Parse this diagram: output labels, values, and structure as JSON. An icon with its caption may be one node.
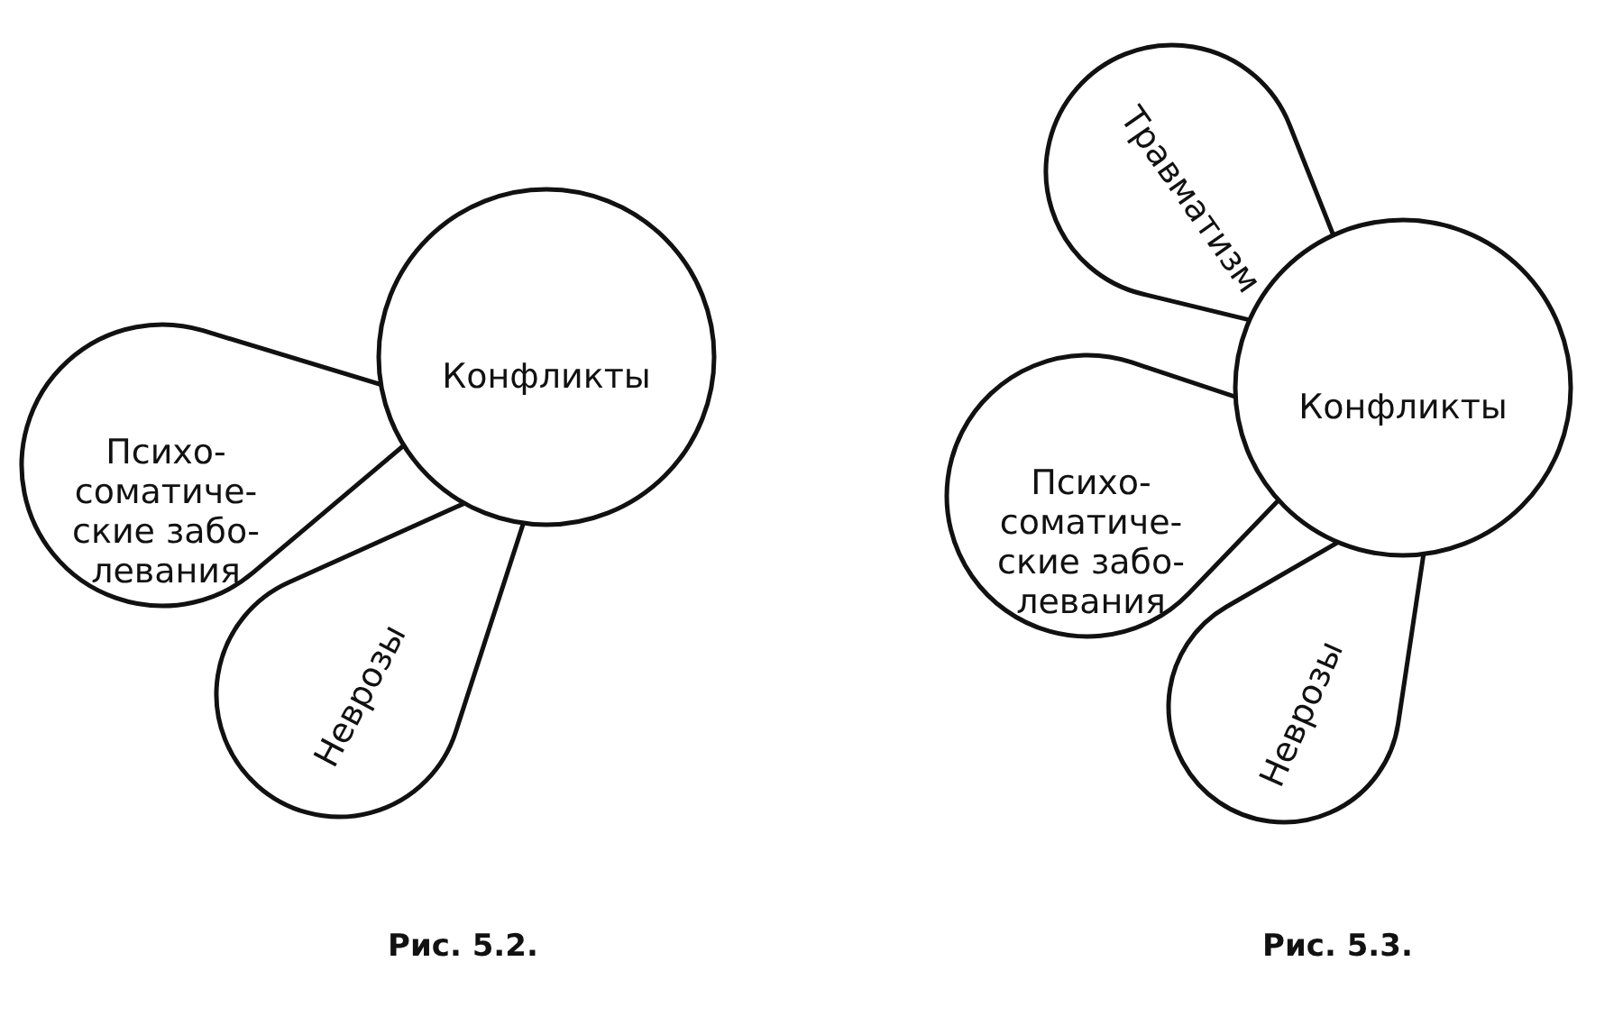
{
  "diagram": {
    "nodes": [
      {
        "text": [
          "Конфликты"
        ]
      },
      {
        "text": [
          "Психо- соматиче- ские забо- левания"
        ]
      },
      {
        "text": [
          "Неврозы"
        ]
      },
      {
        "text": [
          "Травматизм"
        ]
      },
      {
        "text": [
          "Конфликты"
        ]
      },
      {
        "text": [
          "Психо- соматиче- ские забо- левания"
        ]
      },
      {
        "text": [
          "Неврозы"
        ]
      }
    ],
    "labels": [
      "Рис. 5.2.",
      "Рис. 5.3."
    ]
  }
}
